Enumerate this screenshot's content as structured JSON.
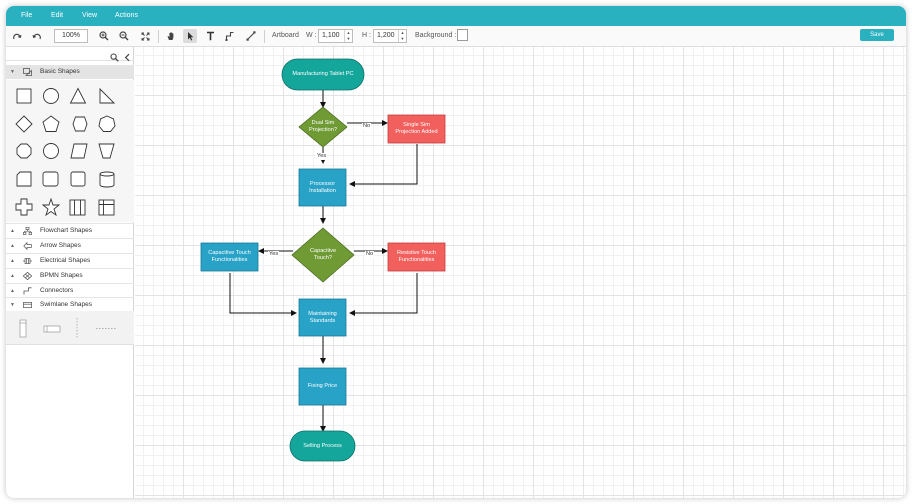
{
  "menu": {
    "items": [
      "File",
      "Edit",
      "View",
      "Actions"
    ]
  },
  "toolbar": {
    "zoom": "100%",
    "artboard_label": "Artboard",
    "width_label": "W :",
    "width_value": "1,100",
    "height_label": "H :",
    "height_value": "1,200",
    "background_label": "Background :",
    "save_label": "Save"
  },
  "palette": {
    "basic_shapes": "Basic Shapes",
    "flowchart": "Flowchart Shapes",
    "arrow": "Arrow Shapes",
    "electrical": "Electrical Shapes",
    "bpmn": "BPMN Shapes",
    "connectors": "Connectors",
    "swimlane": "Swimlane Shapes"
  },
  "diagram": {
    "start": "Manufacturing Tablet PC",
    "dual_sim": "Dual Sim Projection?",
    "single_sim": "Single Sim Projection Added",
    "processor": "Processor Installation",
    "capacitive_q": "Capacitive Touch?",
    "capacitive": "Capacitive Touch Functionalities",
    "resistive": "Resistive Touch Functionalities",
    "standards": "Maintaining Standards",
    "fixing": "Fixing Price",
    "end": "Selling Process",
    "label_no_1": "No",
    "label_yes_1": "Yes",
    "label_yes_2": "Yes",
    "label_no_2": "No"
  },
  "colors": {
    "accent": "#29b1bf",
    "terminator": "#14a69b",
    "process": "#28a2c7",
    "decision": "#6f9a34",
    "alert": "#f2605e"
  }
}
